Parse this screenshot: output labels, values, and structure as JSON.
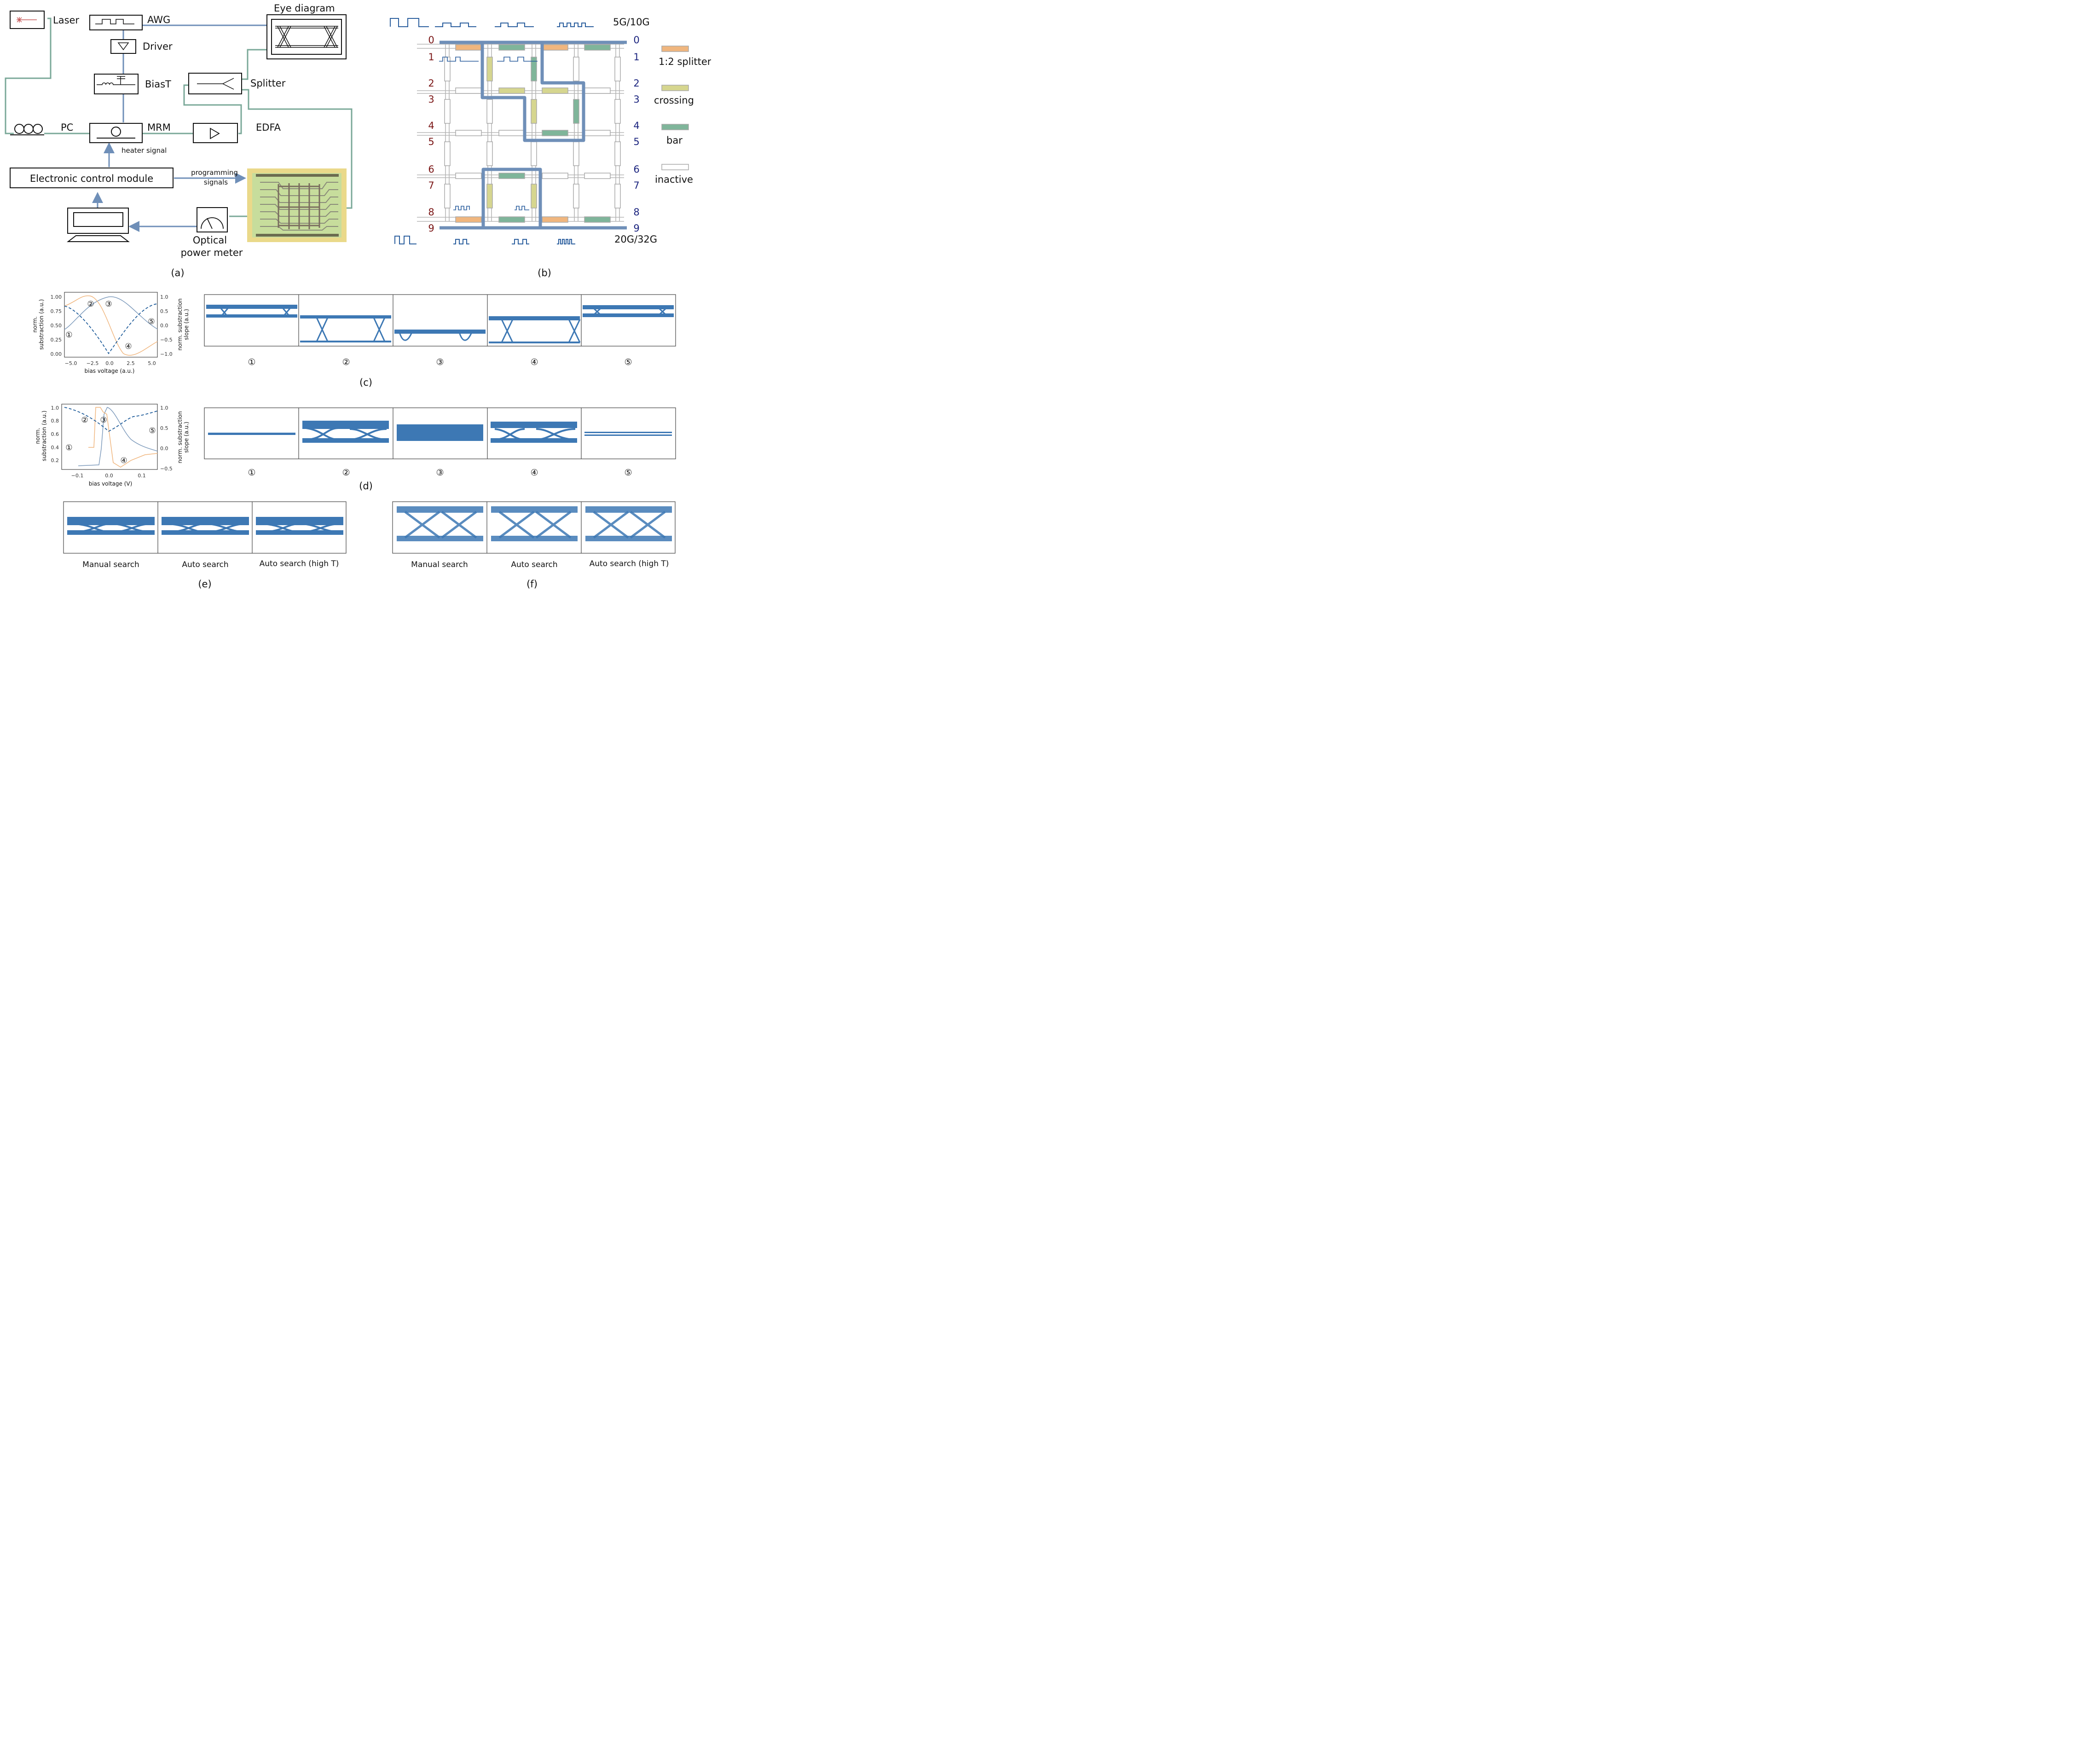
{
  "panel_a": {
    "label": "(a)",
    "laser": "Laser",
    "awg": "AWG",
    "driver": "Driver",
    "biast": "BiasT",
    "pc": "PC",
    "mrm": "MRM",
    "edfa": "EDFA",
    "splitter": "Splitter",
    "eye_diagram": "Eye diagram",
    "heater_signal": "heater signal",
    "ecm": "Electronic control module",
    "programming_1": "programming",
    "programming_2": "signals",
    "opm_1": "Optical",
    "opm_2": "power meter"
  },
  "panel_b": {
    "label": "(b)",
    "top_rate": "5G/10G",
    "bottom_rate": "20G/32G",
    "left_ports": [
      "0",
      "1",
      "2",
      "3",
      "4",
      "5",
      "6",
      "7",
      "8",
      "9"
    ],
    "right_ports": [
      "0",
      "1",
      "2",
      "3",
      "4",
      "5",
      "6",
      "7",
      "8",
      "9"
    ],
    "legend": [
      {
        "label": "1:2 splitter",
        "color": "#f0b67e"
      },
      {
        "label": "crossing",
        "color": "#d6d68f"
      },
      {
        "label": "bar",
        "color": "#7fb59a"
      },
      {
        "label": "inactive",
        "color": "#ffffff"
      }
    ]
  },
  "panel_c": {
    "label": "(c)",
    "ylabel_left_1": "norm.",
    "ylabel_left_2": "substraction (a.u.)",
    "ylabel_right_1": "norm. substraction",
    "ylabel_right_2": "slope (a.u.)",
    "xlabel": "bias voltage (a.u.)",
    "x_ticks": [
      "−5.0",
      "−2.5",
      "0.0",
      "2.5",
      "5.0"
    ],
    "y_ticks_left": [
      "1.00",
      "0.75",
      "0.50",
      "0.25",
      "0.00"
    ],
    "y_ticks_right": [
      "1.0",
      "0.5",
      "0.0",
      "−0.5",
      "−1.0"
    ],
    "markers": [
      "①",
      "②",
      "③",
      "④",
      "⑤"
    ],
    "eye_labels": [
      "①",
      "②",
      "③",
      "④",
      "⑤"
    ]
  },
  "panel_d": {
    "label": "(d)",
    "ylabel_left_1": "norm.",
    "ylabel_left_2": "substraction (a.u.)",
    "ylabel_right_1": "norm. substraction",
    "ylabel_right_2": "slope (a.u.)",
    "xlabel": "bias voltage (V)",
    "x_ticks": [
      "−0.1",
      "0.0",
      "0.1"
    ],
    "y_ticks_left": [
      "1.0",
      "0.8",
      "0.6",
      "0.4",
      "0.2"
    ],
    "y_ticks_right": [
      "1.0",
      "0.5",
      "0.0",
      "−0.5"
    ],
    "markers": [
      "①",
      "②",
      "③",
      "④",
      "⑤"
    ],
    "eye_labels": [
      "①",
      "②",
      "③",
      "④",
      "⑤"
    ]
  },
  "panel_e": {
    "label": "(e)",
    "eye_labels": [
      "Manual search",
      "Auto search",
      "Auto search (high T)"
    ]
  },
  "panel_f": {
    "label": "(f)",
    "eye_labels": [
      "Manual search",
      "Auto search",
      "Auto search (high T)"
    ]
  },
  "colors": {
    "blue_line": "#6f8fb8",
    "green_line": "#7aa898",
    "eye_blue": "#3d78b4",
    "orange": "#f0b67e",
    "curve_blue": "#7e9bbc",
    "dashed_blue": "#1f5c9a",
    "port_left": "#7a1515",
    "port_right": "#1a237e"
  }
}
